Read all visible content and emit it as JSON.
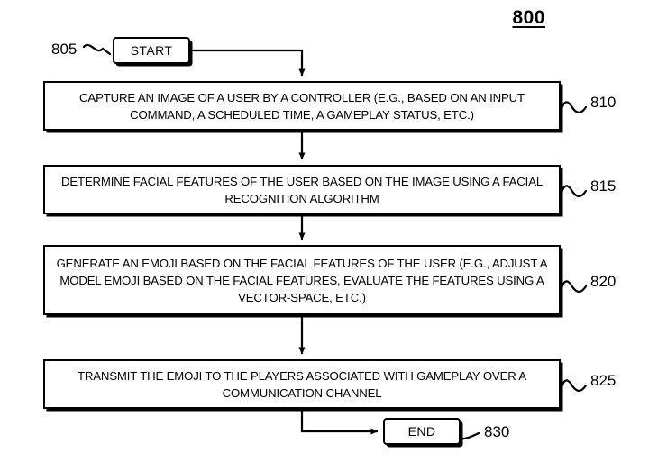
{
  "figure": {
    "number": "800"
  },
  "nodes": {
    "start": {
      "label": "START",
      "ref": "805"
    },
    "step_810": {
      "label": "CAPTURE AN IMAGE OF A USER BY A CONTROLLER (E.G., BASED ON AN INPUT COMMAND, A SCHEDULED TIME, A GAMEPLAY STATUS, ETC.)",
      "ref": "810"
    },
    "step_815": {
      "label": "DETERMINE FACIAL FEATURES OF THE USER BASED ON THE IMAGE USING A FACIAL RECOGNITION ALGORITHM",
      "ref": "815"
    },
    "step_820": {
      "label": "GENERATE AN EMOJI BASED ON THE FACIAL FEATURES OF THE USER (E.G., ADJUST A MODEL EMOJI BASED ON THE FACIAL FEATURES, EVALUATE THE FEATURES USING A VECTOR-SPACE, ETC.)",
      "ref": "820"
    },
    "step_825": {
      "label": "TRANSMIT THE EMOJI TO THE PLAYERS ASSOCIATED WITH GAMEPLAY OVER A COMMUNICATION CHANNEL",
      "ref": "825"
    },
    "end": {
      "label": "END",
      "ref": "830"
    }
  },
  "style": {
    "stroke": "#000000",
    "background": "#ffffff"
  },
  "chart_data": {
    "type": "flowchart",
    "title": "800",
    "orientation": "top-to-bottom",
    "steps": [
      {
        "id": "805",
        "kind": "terminal",
        "text": "START"
      },
      {
        "id": "810",
        "kind": "process",
        "text": "CAPTURE AN IMAGE OF A USER BY A CONTROLLER (E.G., BASED ON AN INPUT COMMAND, A SCHEDULED TIME, A GAMEPLAY STATUS, ETC.)"
      },
      {
        "id": "815",
        "kind": "process",
        "text": "DETERMINE FACIAL FEATURES OF THE USER BASED ON THE IMAGE USING A FACIAL RECOGNITION ALGORITHM"
      },
      {
        "id": "820",
        "kind": "process",
        "text": "GENERATE AN EMOJI BASED ON THE FACIAL FEATURES OF THE USER (E.G., ADJUST A MODEL EMOJI BASED ON THE FACIAL FEATURES, EVALUATE THE FEATURES USING A VECTOR-SPACE, ETC.)"
      },
      {
        "id": "825",
        "kind": "process",
        "text": "TRANSMIT THE EMOJI TO THE PLAYERS ASSOCIATED WITH GAMEPLAY OVER A COMMUNICATION CHANNEL"
      },
      {
        "id": "830",
        "kind": "terminal",
        "text": "END"
      }
    ],
    "edges": [
      {
        "from": "805",
        "to": "810"
      },
      {
        "from": "810",
        "to": "815"
      },
      {
        "from": "815",
        "to": "820"
      },
      {
        "from": "820",
        "to": "825"
      },
      {
        "from": "825",
        "to": "830"
      }
    ]
  }
}
